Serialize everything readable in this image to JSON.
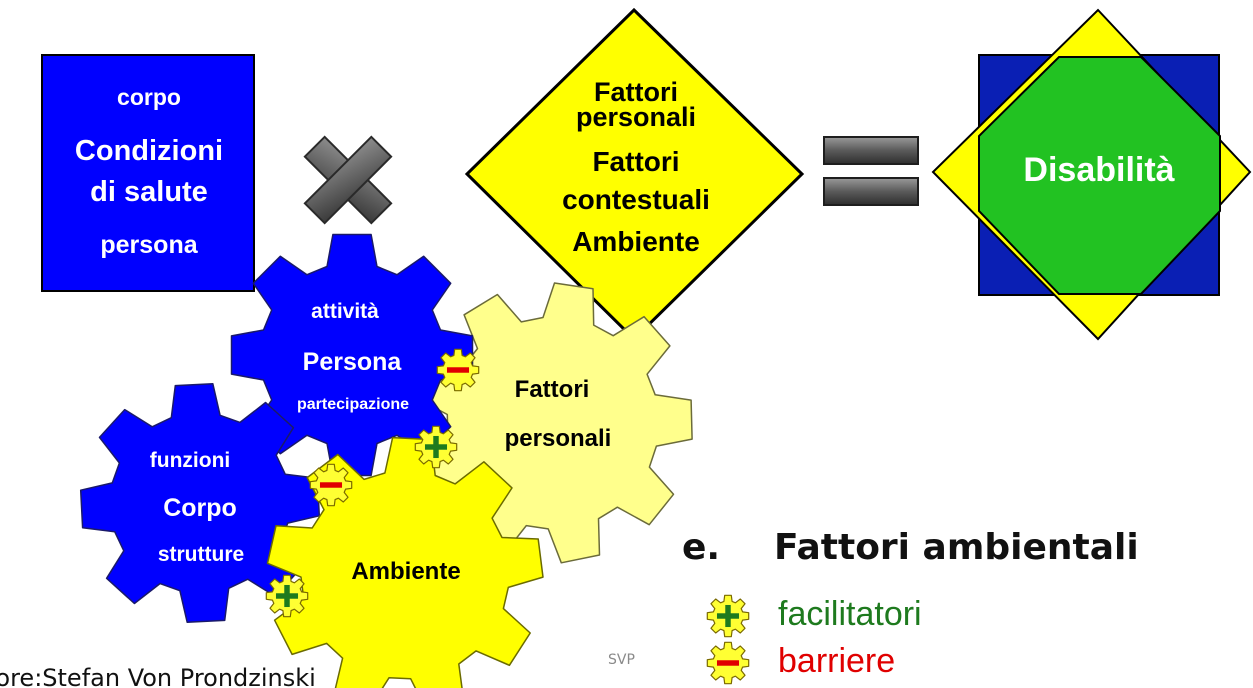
{
  "colors": {
    "blue": "#0000ff",
    "yellow": "#ffff00",
    "pale_yellow": "#ffff8c",
    "green": "#22c222",
    "navy": "#0a1fb4",
    "plus_green": "#1e7a1e",
    "minus_red": "#e00000"
  },
  "icons": {
    "multiply": "multiply-icon",
    "equals": "equals-icon",
    "plus_gear": "plus-gear-icon",
    "minus_gear": "minus-gear-icon"
  },
  "blue_box": {
    "line1": "corpo",
    "line2": "Condizioni",
    "line3": "di salute",
    "line4": "persona"
  },
  "diamond": {
    "line1": "Fattori",
    "line2": "personali",
    "line3": "Fattori",
    "line4": "contestuali",
    "line5": "Ambiente"
  },
  "result": {
    "label": "Disabilità"
  },
  "gears": {
    "activity": {
      "line1": "attività",
      "line2": "Persona",
      "line3": "partecipazione"
    },
    "personal": {
      "line1": "Fattori",
      "line2": "personali"
    },
    "body": {
      "line1": "funzioni",
      "line2": "Corpo",
      "line3": "strutture"
    },
    "environment": {
      "line1": "Ambiente"
    }
  },
  "legend": {
    "number": "e.",
    "heading": "Fattori ambientali",
    "facilitators": "facilitatori",
    "barriers": "barriere"
  },
  "footer": {
    "svp": "SVP",
    "author": "tore:Stefan Von Prondzinski"
  }
}
